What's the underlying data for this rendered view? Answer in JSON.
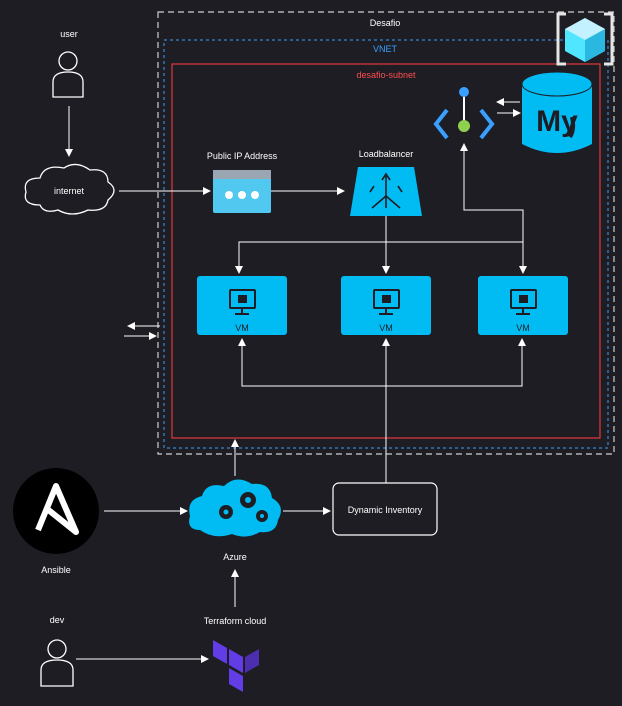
{
  "groups": {
    "outer": "Desafio",
    "vnet": "VNET",
    "subnet": "desafio-subnet"
  },
  "nodes": {
    "user": "user",
    "internet": "internet",
    "public_ip": "Public IP Address",
    "loadbalancer": "Loadbalancer",
    "vm1": "VM",
    "vm2": "VM",
    "vm3": "VM",
    "mysql": "My",
    "ansible": "Ansible",
    "azure": "Azure",
    "dynamic_inventory": "Dynamic Inventory",
    "terraform": "Terraform cloud",
    "dev": "dev"
  },
  "colors": {
    "background": "#1e1d24",
    "azure_blue": "#00bcf2",
    "subnet_red": "#e03b3b",
    "vnet_blue": "#3aa0ff",
    "terraform_purple": "#623ce4",
    "arrow": "#ffffff"
  }
}
